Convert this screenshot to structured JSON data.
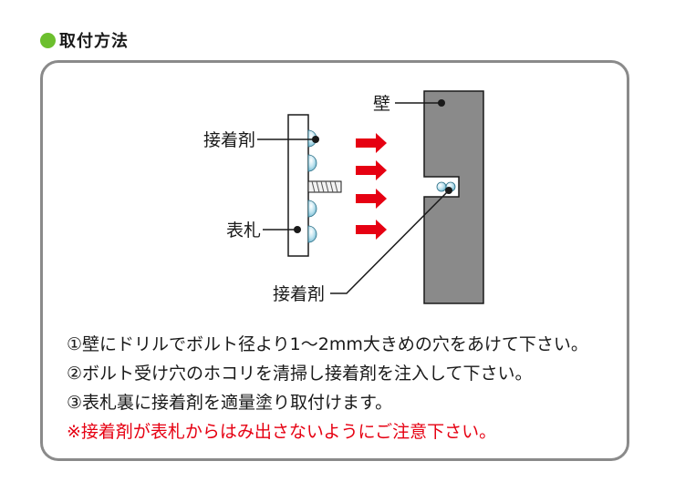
{
  "heading": {
    "title": "取付方法",
    "bullet_color": "#6cbf2e"
  },
  "diagram": {
    "label_wall": "壁",
    "label_adhesive_top": "接着剤",
    "label_plate": "表札",
    "label_adhesive_bottom": "接着剤",
    "arrow_color": "#e60012",
    "arrow_count": 4
  },
  "instructions": {
    "step1": "①壁にドリルでボルト径より1〜2mm大きめの穴をあけて下さい。",
    "step2": "②ボルト受け穴のホコリを清掃し接着剤を注入して下さい。",
    "step3": "③表札裏に接着剤を適量塗り取付けます。",
    "note": "※接着剤が表札からはみ出さないようにご注意下さい。",
    "note_color": "#e60012"
  }
}
